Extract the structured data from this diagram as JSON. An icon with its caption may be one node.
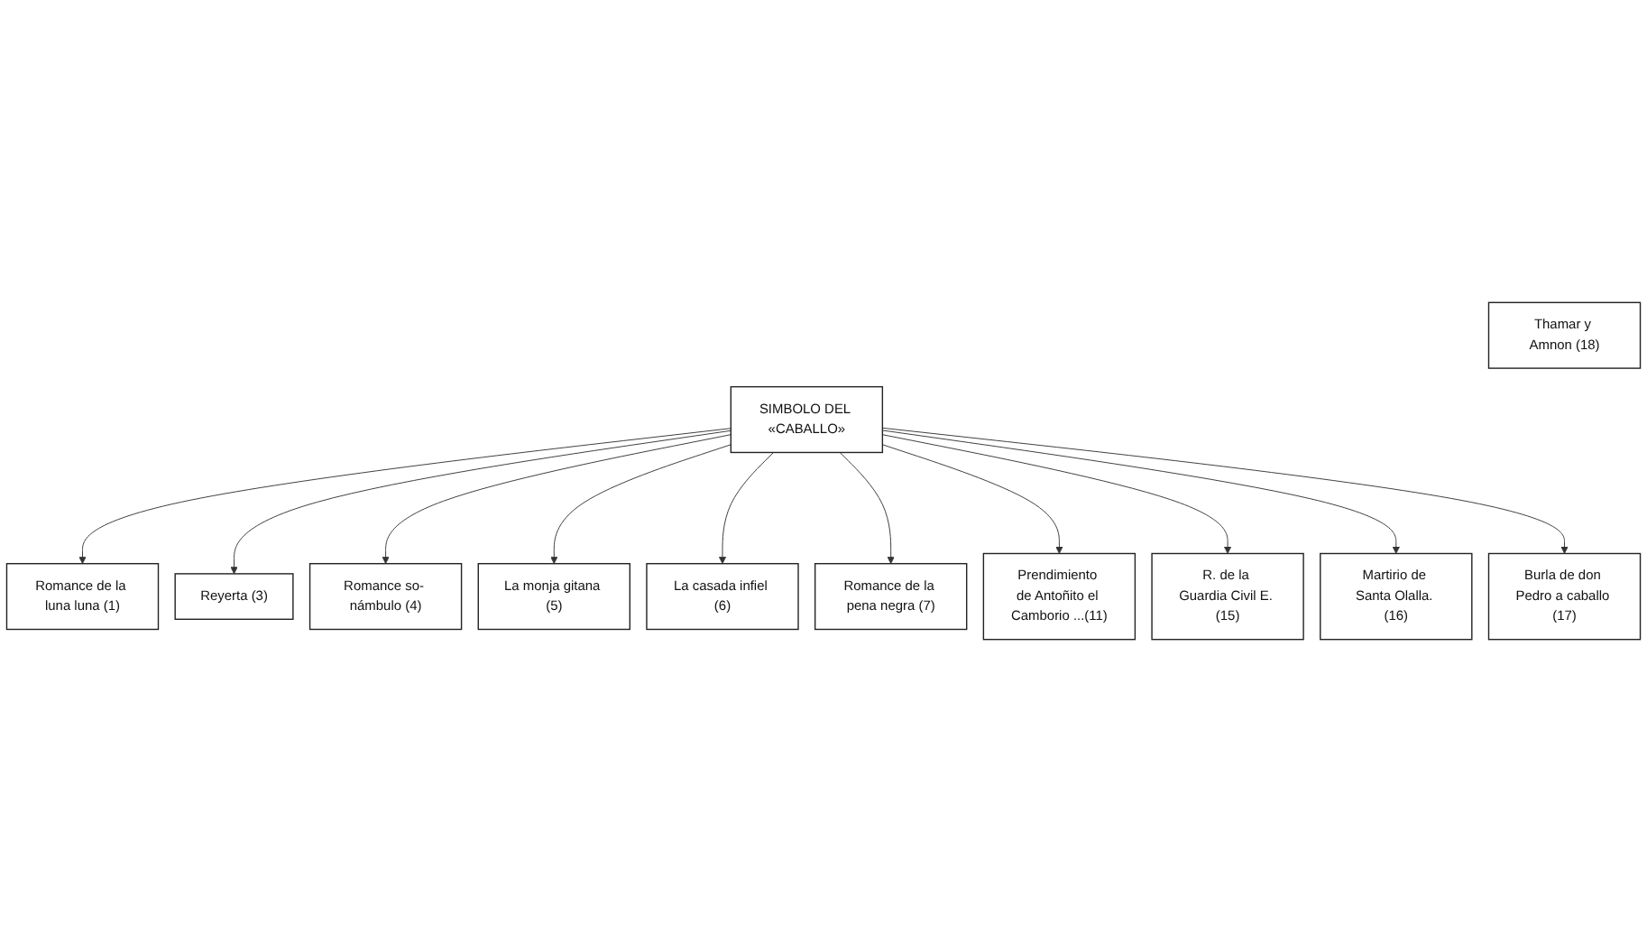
{
  "diagram": {
    "nodes": [
      {
        "text": [
          "Romance de la luna luna (1)"
        ]
      },
      {
        "text": [
          "Reyerta (3)"
        ]
      },
      {
        "text": [
          "Romance so- námbulo (4)"
        ]
      },
      {
        "text": [
          "La monja gitana (5)"
        ]
      },
      {
        "text": [
          "La casada infiel (6)"
        ]
      },
      {
        "text": [
          "Thamar y Amnon (18)"
        ]
      },
      {
        "text": [
          "SIMBOLO DEL «CABALLO»"
        ]
      },
      {
        "text": [
          "Romance de la pena negra (7)"
        ]
      },
      {
        "text": [
          "Prendimiento de Antoñito el Camborio ...(11)"
        ]
      },
      {
        "text": [
          "R. de la Guardia Civil E. (15)"
        ]
      },
      {
        "text": [
          "Martirio de Santa Olalla. (16)"
        ]
      },
      {
        "text": [
          "Burla de don Pedro a caballo (17)"
        ]
      }
    ],
    "edges": [
      {
        "from": 6,
        "to": 0,
        "arrow": "to"
      },
      {
        "from": 6,
        "to": 1,
        "arrow": "to"
      },
      {
        "from": 6,
        "to": 2,
        "arrow": "to"
      },
      {
        "from": 6,
        "to": 3,
        "arrow": "to"
      },
      {
        "from": 6,
        "to": 4,
        "arrow": "to"
      },
      {
        "from": 6,
        "to": 7,
        "arrow": "to"
      },
      {
        "from": 6,
        "to": 8,
        "arrow": "to"
      },
      {
        "from": 6,
        "to": 9,
        "arrow": "to"
      },
      {
        "from": 6,
        "to": 10,
        "arrow": "to"
      },
      {
        "from": 6,
        "to": 11,
        "arrow": "to"
      }
    ]
  }
}
